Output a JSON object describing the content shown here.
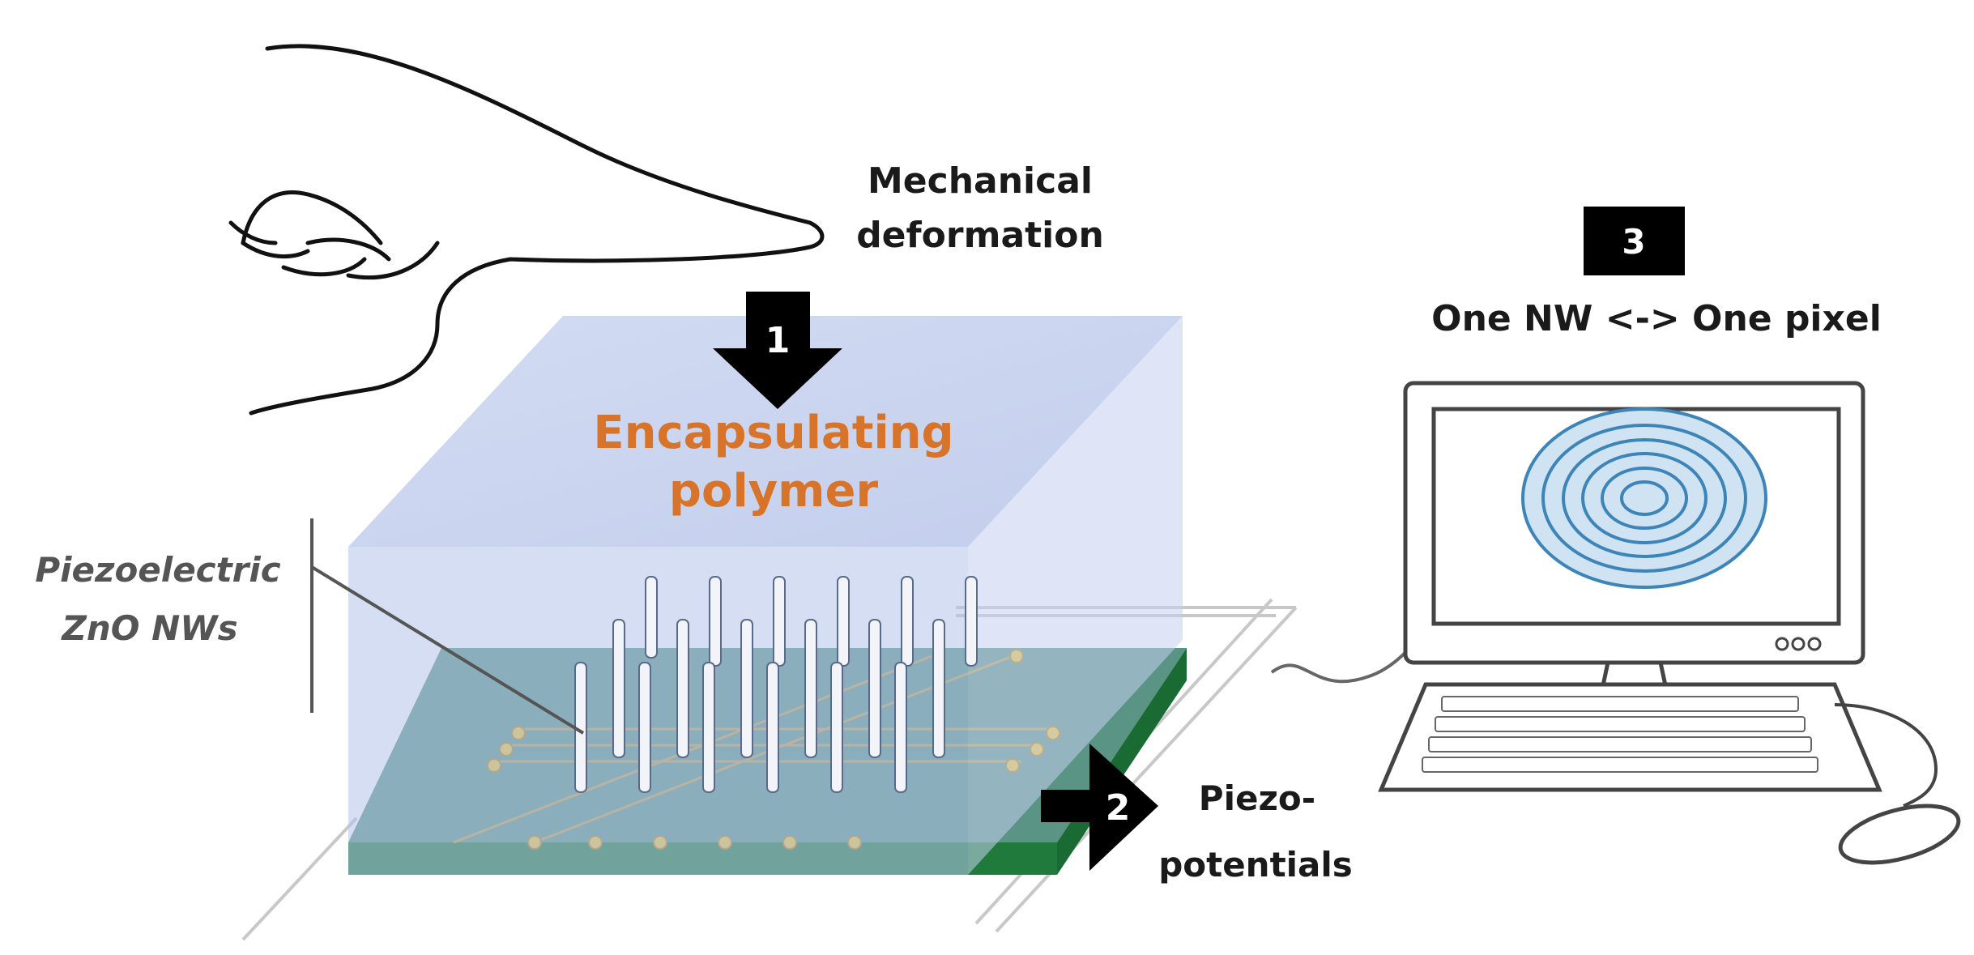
{
  "labels": {
    "mechanical": [
      "Mechanical",
      "deformation"
    ],
    "encapsulating": [
      "Encapsulating",
      "polymer"
    ],
    "nanowires": [
      "Piezoelectric",
      "ZnO NWs"
    ],
    "piezo": [
      "Piezo-",
      "potentials"
    ],
    "pixel": "One NW <-> One pixel"
  },
  "steps": {
    "one": "1",
    "two": "2",
    "three": "3"
  },
  "colors": {
    "polymer": "#b9c8ea",
    "polymer_side": "#c8d3ee",
    "substrate_top": "#5a8f86",
    "substrate_front": "#1f7a3c",
    "nanowire": "#f2f4fa",
    "electrode": "#d9b23e",
    "encapsulating_text": "#d7742a",
    "fingerprint": "#3d85b8"
  },
  "icons": [
    "finger-icon",
    "computer-monitor-icon",
    "keyboard-icon",
    "mouse-icon",
    "fingerprint-icon",
    "down-arrow-icon",
    "right-arrow-icon"
  ]
}
